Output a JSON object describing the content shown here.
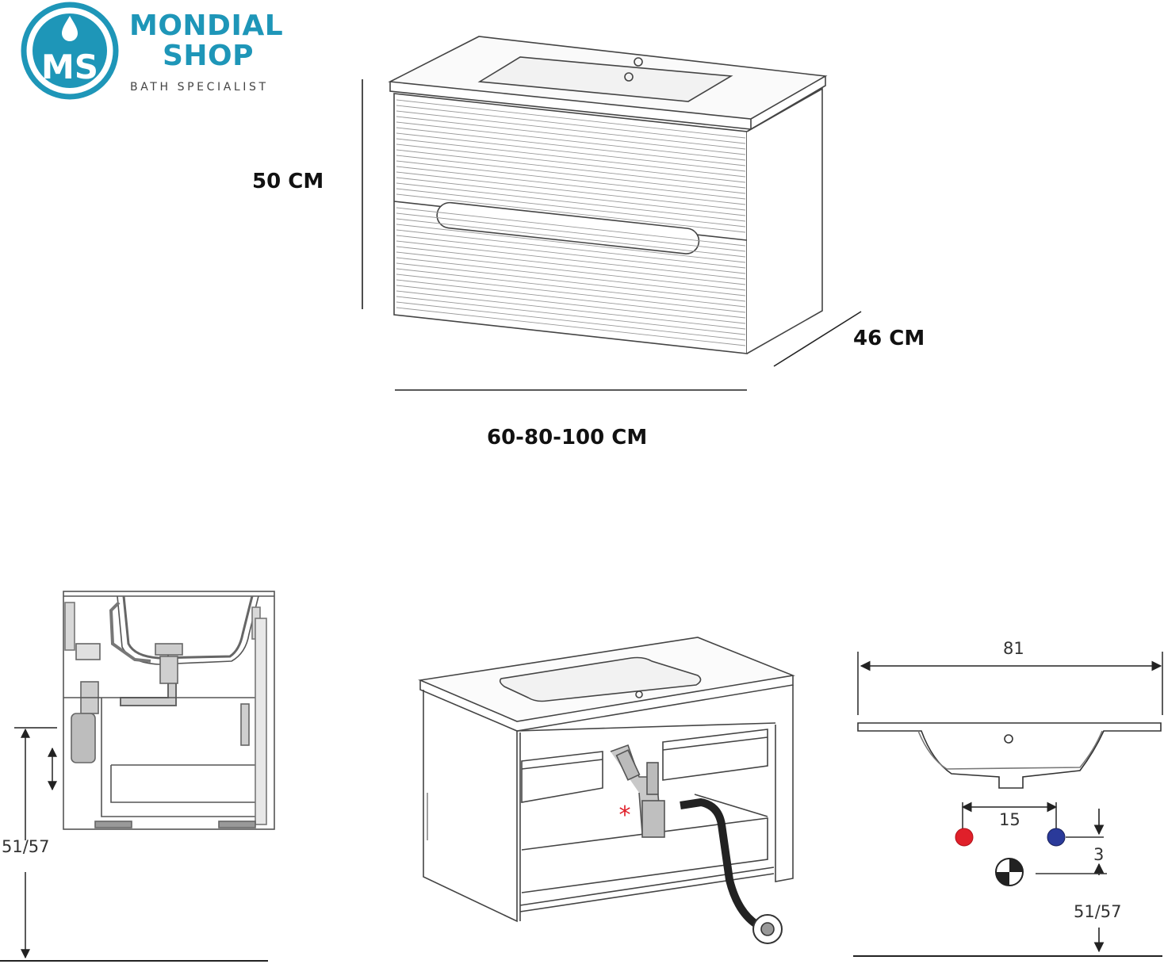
{
  "brand": {
    "name_line1": "MONDIAL",
    "name_line2": "SHOP",
    "tagline": "BATH SPECIALIST",
    "monogram": "MS",
    "color_primary": "#1e96b8"
  },
  "top_view": {
    "height_label": "50 CM",
    "depth_label": "46 CM",
    "width_label": "60-80-100 CM"
  },
  "side_view": {
    "height_label": "51/57"
  },
  "basin_view": {
    "width_label": "81",
    "tap_spacing_label": "15",
    "offset_label": "3",
    "height_label": "51/57",
    "hot_color": "#e0202a",
    "cold_color": "#2a3a9a"
  }
}
